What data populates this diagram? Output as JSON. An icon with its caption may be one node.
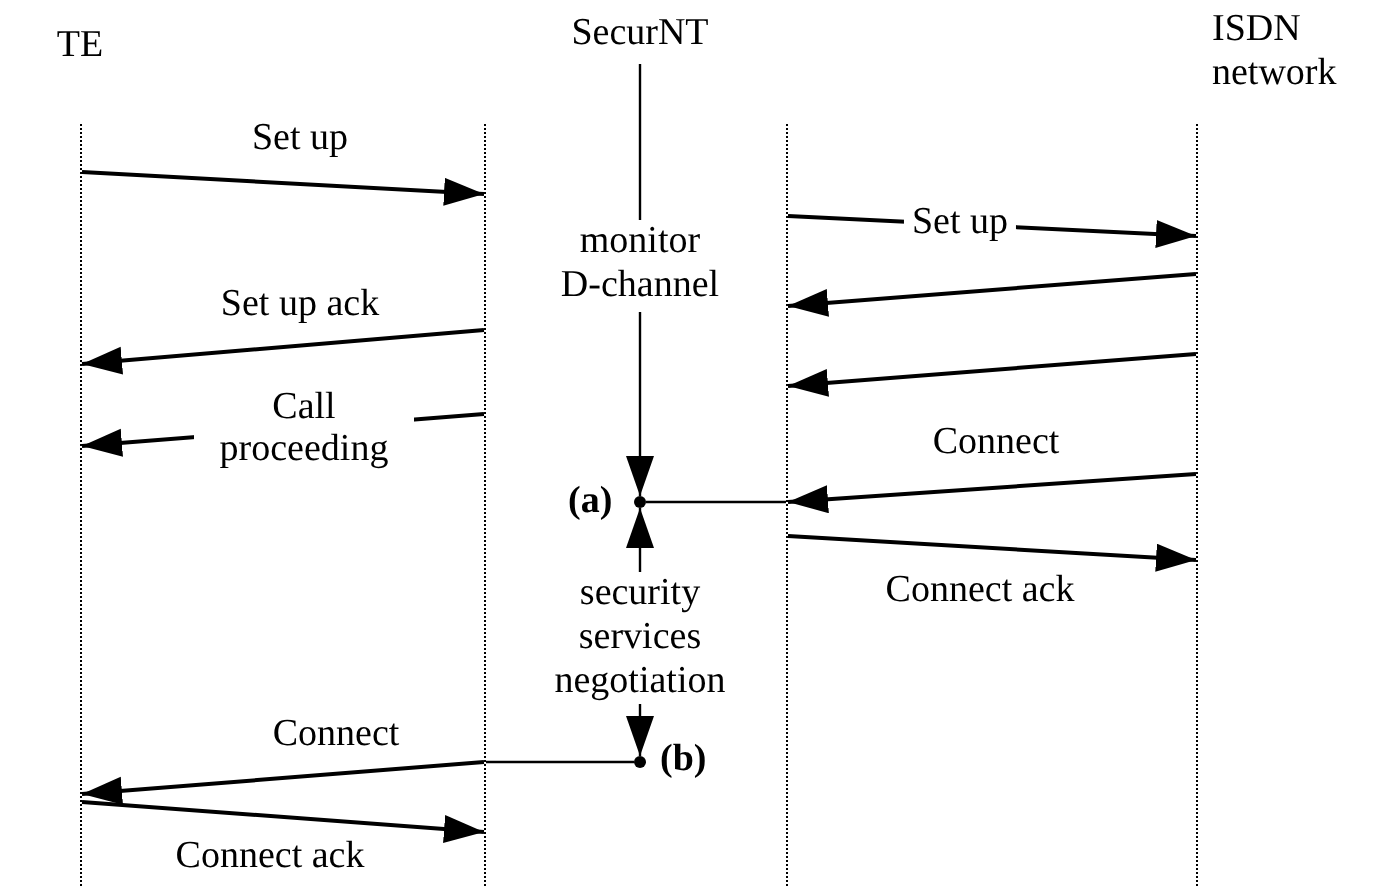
{
  "diagram": {
    "nodes": [
      {
        "text": [],
        "shape": "line",
        "beside": [
          "TE"
        ]
      },
      {
        "text": [],
        "shape": "line"
      },
      {
        "text": [],
        "shape": "line"
      },
      {
        "text": [],
        "shape": "line",
        "beside": [
          "ISDN network"
        ]
      },
      {
        "text": [
          "SecurNT"
        ]
      },
      {
        "text": [
          "monitor D-channel"
        ]
      },
      {
        "text": [
          "security services negotiation"
        ]
      },
      {
        "text": [],
        "shape": "point",
        "beside": [
          "(a)"
        ]
      },
      {
        "text": [],
        "shape": "point",
        "beside": [
          "(b)"
        ]
      }
    ],
    "edges": [
      {
        "from": 0,
        "to": 1,
        "arrow": "to",
        "label": "Set up"
      },
      {
        "from": 2,
        "to": 3,
        "arrow": "to",
        "label": "Set up"
      },
      {
        "from": 1,
        "to": 0,
        "arrow": "to",
        "label": "Set up ack"
      },
      {
        "from": 3,
        "to": 2,
        "arrow": "to"
      },
      {
        "from": 3,
        "to": 2,
        "arrow": "to"
      },
      {
        "from": 1,
        "to": 0,
        "arrow": "to",
        "label": "Call proceeding"
      },
      {
        "from": 3,
        "to": 2,
        "arrow": "to",
        "label": "Connect"
      },
      {
        "from": 2,
        "to": 3,
        "arrow": "to",
        "label": "Connect ack"
      },
      {
        "from": 4,
        "to": 5,
        "arrow": "none"
      },
      {
        "from": 5,
        "to": 7,
        "arrow": "to"
      },
      {
        "from": 6,
        "to": 7,
        "arrow": "to"
      },
      {
        "from": 6,
        "to": 8,
        "arrow": "to"
      },
      {
        "from": 1,
        "to": 0,
        "arrow": "to",
        "label": "Connect"
      },
      {
        "from": 0,
        "to": 1,
        "arrow": "to",
        "label": "Connect ack"
      },
      {
        "from": 2,
        "to": 7,
        "arrow": "none"
      },
      {
        "from": 8,
        "to": 1,
        "arrow": "none"
      }
    ]
  }
}
